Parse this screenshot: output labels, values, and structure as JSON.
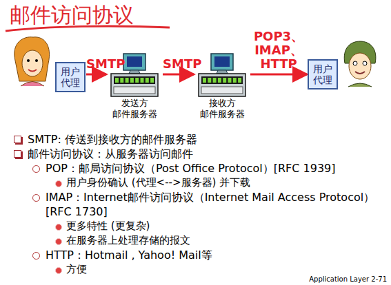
{
  "diagram": {
    "title": "邮件访问协议",
    "nodes": [
      {
        "text": [
          "用户代理"
        ]
      },
      {
        "text": [
          "发送方 邮件服务器"
        ]
      },
      {
        "text": [
          "接收方 邮件服务器"
        ]
      },
      {
        "text": [
          "用户代理"
        ]
      }
    ],
    "edges": [
      {
        "from": 0,
        "to": 1,
        "label": "SMTP",
        "arrow": "to"
      },
      {
        "from": 1,
        "to": 2,
        "label": "SMTP",
        "arrow": "to"
      },
      {
        "from": 2,
        "to": 3,
        "label": "POP3、 IMAP、 HTTP",
        "arrow": "to"
      }
    ],
    "labels": [
      "SMTP: 传送到接收方的邮件服务器",
      "邮件访问协议：从服务器访问邮件",
      "POP：邮局访问协议（Post Office Protocol）[RFC 1939]",
      "用户身份确认 (代理<-->服务器) 并下载",
      "IMAP：Internet邮件访问协议（Internet Mail Access Protocol）[RFC 1730]",
      "更多特性 (更复杂)",
      "在服务器上处理存储的报文",
      "HTTP：Hotmail , Yahoo! Mail等",
      "方便",
      "Application Layer 2-71"
    ]
  }
}
